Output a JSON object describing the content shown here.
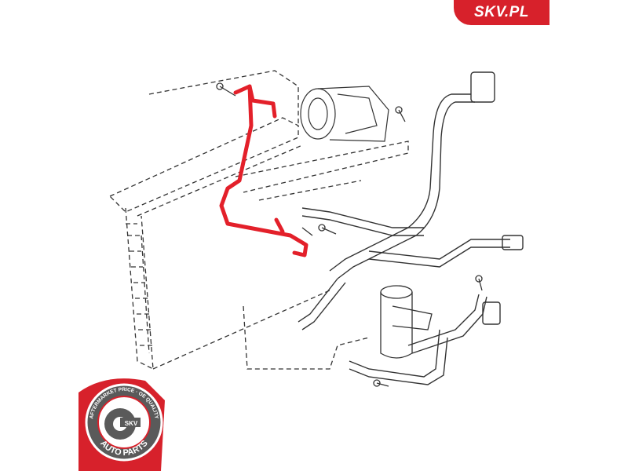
{
  "brand": {
    "label": "SKV.PL",
    "color": "#d7212b"
  },
  "seal": {
    "top_text": "AFTERMARKET PRICE · OE QUALITY",
    "center_text": "SKV",
    "bottom_text": "AUTO PARTS",
    "ring_color": "#5a5a5a",
    "accent_color": "#d7212b"
  },
  "diagram": {
    "highlight_color": "#e3202a",
    "line_color": "#333333"
  }
}
